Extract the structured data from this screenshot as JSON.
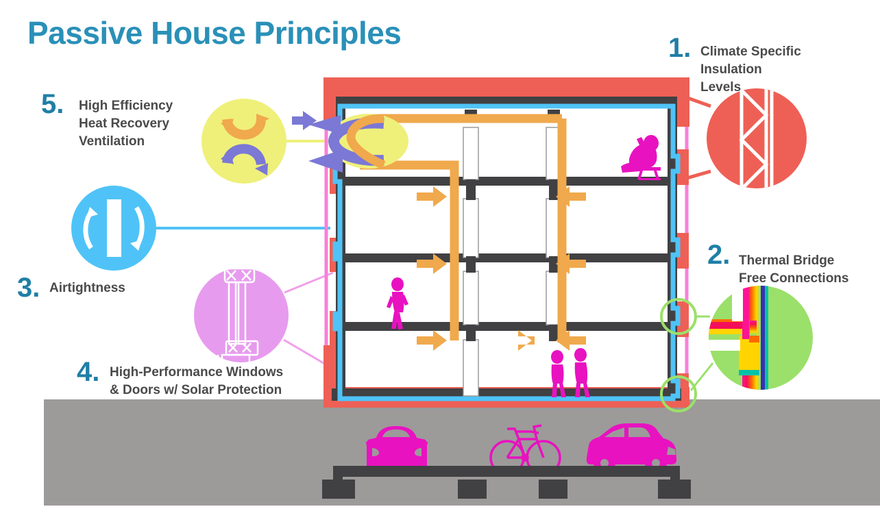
{
  "page": {
    "title": "Passive House Principles",
    "background": "#FFFFFF"
  },
  "colors": {
    "title_blue": "#2A90B8",
    "number_blue": "#1F7FA6",
    "label_grey": "#4A4A4A",
    "insulation_red": "#EE6055",
    "structure_dark": "#414042",
    "airtight_cyan": "#4FC3F7",
    "render_magenta": "#F97FD9",
    "duct_orange": "#F0A94C",
    "ventilation_yellow": "#EFF07A",
    "ventilation_purple": "#7B78D6",
    "window_violet": "#E79BEE",
    "thermal_green": "#9BE06A",
    "people_magenta": "#E812C0",
    "ground_grey": "#9D9A9A",
    "shaft_white": "#FFFFFF"
  },
  "principles": [
    {
      "number": "1.",
      "label": "Climate Specific\nInsulation\nLevels",
      "lines": [
        "Climate Specific",
        "Insulation",
        "Levels"
      ],
      "icon": "insulation-batt-icon",
      "icon_color": "#EE6055",
      "position": "top-right"
    },
    {
      "number": "2.",
      "label": "Thermal Bridge\nFree Connections",
      "lines": [
        "Thermal Bridge",
        "Free Connections"
      ],
      "icon": "thermal-gradient-corner-icon",
      "icon_color": "#9BE06A",
      "position": "right"
    },
    {
      "number": "3.",
      "label": "Airtightness",
      "lines": [
        "Airtightness"
      ],
      "icon": "airtight-barrier-icon",
      "icon_color": "#4FC3F7",
      "position": "left"
    },
    {
      "number": "4.",
      "label": "High-Performance Windows\n& Doors w/ Solar Protection",
      "lines": [
        "High-Performance Windows",
        "& Doors w/ Solar Protection"
      ],
      "icon": "window-section-icon",
      "icon_color": "#E79BEE",
      "position": "bottom-left"
    },
    {
      "number": "5.",
      "label": "High Efficiency\nHeat Recovery\nVentilation",
      "lines": [
        "High Efficiency",
        "Heat Recovery",
        "Ventilation"
      ],
      "icon": "heat-recovery-arrows-icon",
      "icon_color": "#EFF07A",
      "position": "top-left"
    }
  ],
  "building": {
    "name": "passive-house-section-diagram",
    "floors": 4,
    "basement_occupants": [
      "car-left",
      "bicycle",
      "car-right"
    ],
    "occupants": [
      "person-seated-reading",
      "person-walking",
      "person-standing-pair"
    ],
    "ventilation_ducts": 2,
    "airflow_arrows": 6
  }
}
